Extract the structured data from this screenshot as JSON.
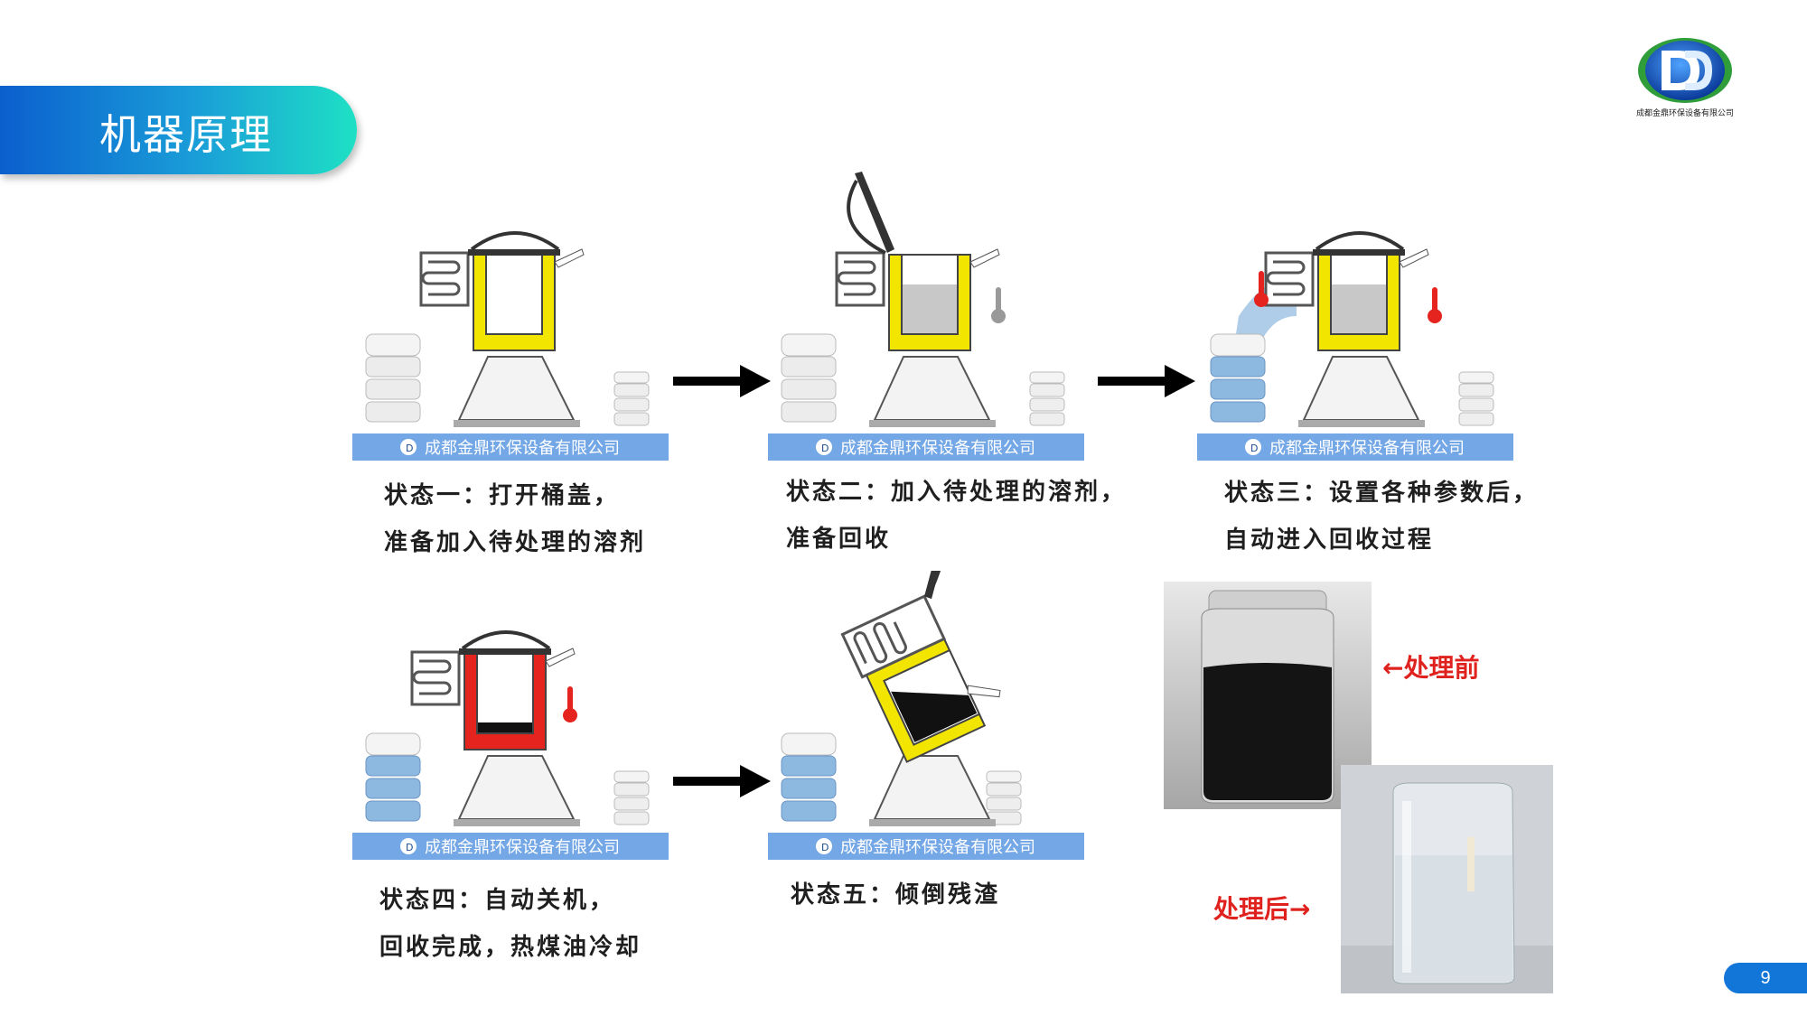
{
  "header": {
    "title": "机器原理"
  },
  "logo": {
    "company_text": "成都金鼎环保设备有限公司",
    "icon": "company-d-logo-icon"
  },
  "base_label": "成都金鼎环保设备有限公司",
  "states": [
    {
      "line1": "状态一：打开桶盖，",
      "line2": "准备加入待处理的溶剂"
    },
    {
      "line1": "状态二：加入待处理的溶剂，",
      "line2": "准备回收"
    },
    {
      "line1": "状态三：设置各种参数后，",
      "line2": "自动进入回收过程"
    },
    {
      "line1": "状态四：自动关机，",
      "line2": "回收完成，热煤油冷却"
    },
    {
      "line1": "状态五：倾倒残渣",
      "line2": ""
    }
  ],
  "photos": {
    "before_label": "←处理前",
    "after_label": "处理后→"
  },
  "footer": {
    "page_number": "9"
  },
  "colors": {
    "jacket_yellow": "#f2e600",
    "jacket_red": "#e52420",
    "water_blue": "#8db8e0",
    "base_blue": "#74a7e6"
  }
}
